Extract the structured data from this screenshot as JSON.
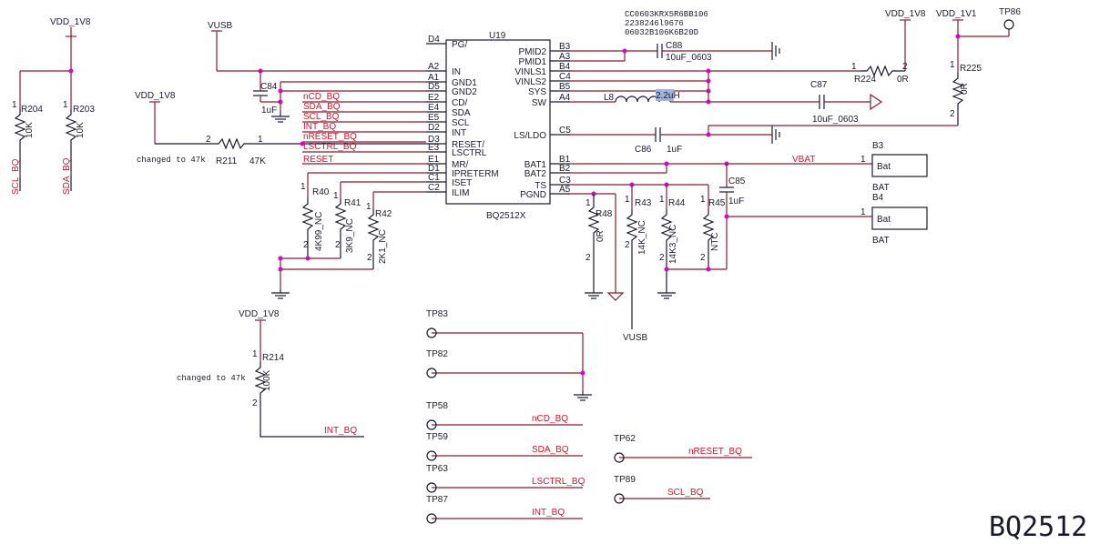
{
  "title": "BQ2512",
  "ic": {
    "ref": "U19",
    "part": "BQ2512X",
    "left_pins": [
      {
        "num": "D4",
        "name": "PG/"
      },
      {
        "num": "A2",
        "name": "IN"
      },
      {
        "num": "A1",
        "name": "GND1"
      },
      {
        "num": "D5",
        "name": "GND2"
      },
      {
        "num": "E2",
        "name": "CD/"
      },
      {
        "num": "E4",
        "name": "SDA"
      },
      {
        "num": "E5",
        "name": "SCL"
      },
      {
        "num": "D2",
        "name": "INT"
      },
      {
        "num": "D3",
        "name": "RESET/"
      },
      {
        "num": "E3",
        "name": "LSCTRL"
      },
      {
        "num": "E1",
        "name": "MR/"
      },
      {
        "num": "D1",
        "name": "IPRETERM"
      },
      {
        "num": "C1",
        "name": "ISET"
      },
      {
        "num": "C2",
        "name": "ILIM"
      }
    ],
    "right_pins": [
      {
        "num": "B3",
        "name": "PMID2"
      },
      {
        "num": "A3",
        "name": "PMID1"
      },
      {
        "num": "B4",
        "name": "VINLS1"
      },
      {
        "num": "C4",
        "name": "VINLS2"
      },
      {
        "num": "B5",
        "name": "SYS"
      },
      {
        "num": "A4",
        "name": "SW"
      },
      {
        "num": "C5",
        "name": "LS/LDO"
      },
      {
        "num": "B1",
        "name": "BAT1"
      },
      {
        "num": "B2",
        "name": "BAT2"
      },
      {
        "num": "C3",
        "name": "TS"
      },
      {
        "num": "A5",
        "name": "PGND"
      }
    ]
  },
  "nets": {
    "vdd_1v8": "VDD_1V8",
    "vdd_1v1": "VDD_1V1",
    "vusb": "VUSB",
    "vbat": "VBAT",
    "scl_bq": "SCL_BQ",
    "sda_bq": "SDA_BQ",
    "ncd_bq": "nCD_BQ",
    "int_bq": "INT_BQ",
    "nreset_bq": "nRESET_BQ",
    "lsctrl_bq": "LSCTRL_BQ",
    "reset": "RESET"
  },
  "components": {
    "r204": {
      "ref": "R204",
      "value": "10K"
    },
    "r203": {
      "ref": "R203",
      "value": "10K"
    },
    "r211": {
      "ref": "R211",
      "value": "47K"
    },
    "r214": {
      "ref": "R214",
      "value": "100K"
    },
    "r40": {
      "ref": "R40",
      "value": "4K99_NC"
    },
    "r41": {
      "ref": "R41",
      "value": "3K9_NC"
    },
    "r42": {
      "ref": "R42",
      "value": "2K1_NC"
    },
    "r48": {
      "ref": "R48",
      "value": "0R"
    },
    "r43": {
      "ref": "R43",
      "value": "14K_NC"
    },
    "r44": {
      "ref": "R44",
      "value": "14K3_NC"
    },
    "r45": {
      "ref": "R45",
      "value": "NTC"
    },
    "r224": {
      "ref": "R224",
      "value": "0R"
    },
    "r225": {
      "ref": "R225",
      "value": "0R"
    },
    "c84": {
      "ref": "C84",
      "value": "1uF"
    },
    "c85": {
      "ref": "C85",
      "value": "1uF"
    },
    "c86": {
      "ref": "C86",
      "value": "1uF"
    },
    "c87": {
      "ref": "C87",
      "value": "10uF_0603"
    },
    "c88": {
      "ref": "C88",
      "value": "10uF_0603"
    },
    "l8": {
      "ref": "L8",
      "value": "2.2uH"
    },
    "b3": {
      "ref": "B3",
      "label": "Bat",
      "net": "BAT"
    },
    "b4": {
      "ref": "B4",
      "label": "Bat",
      "net": "BAT"
    }
  },
  "notes": {
    "changed_1": "changed to 47k",
    "changed_2": "changed to 47k",
    "c88_part_1": "CC0603KRX5R6BB106",
    "c88_part_2": "2238246l9676",
    "c88_part_3": "06032B106K6B20D"
  },
  "test_points": [
    {
      "ref": "TP83",
      "net": ""
    },
    {
      "ref": "TP82",
      "net": ""
    },
    {
      "ref": "TP58",
      "net": "nCD_BQ"
    },
    {
      "ref": "TP59",
      "net": "SDA_BQ"
    },
    {
      "ref": "TP63",
      "net": "LSCTRL_BQ"
    },
    {
      "ref": "TP87",
      "net": "INT_BQ"
    },
    {
      "ref": "TP62",
      "net": "nRESET_BQ"
    },
    {
      "ref": "TP89",
      "net": "SCL_BQ"
    },
    {
      "ref": "TP86",
      "net": ""
    }
  ],
  "pin_nums": {
    "one": "1",
    "two": "2"
  }
}
